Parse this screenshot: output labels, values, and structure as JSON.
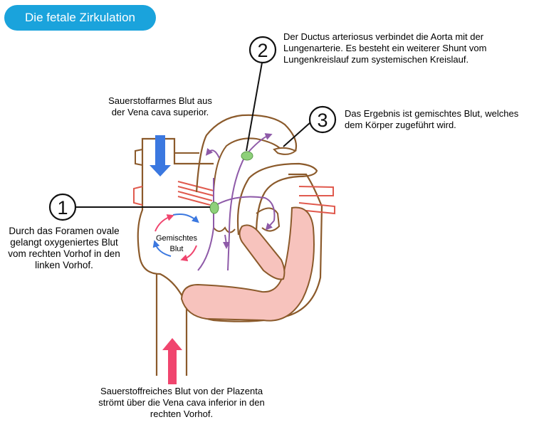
{
  "title": "Die fetale Zirkulation",
  "notes": {
    "ductus": "Der Ductus arteriosus verbindet die Aorta mit der Lungenarterie. Es besteht ein weiterer Shunt vom Lungenkreislauf zum systemischen Kreislauf.",
    "ergebnis": "Das Ergebnis ist gemischtes Blut, welches dem Körper zugeführt wird.",
    "svc": "Sauerstoffarmes Blut aus der Vena cava superior.",
    "foramen": "Durch das Foramen ovale gelangt oxygeniertes Blut vom rechten Vorhof in den linken Vorhof.",
    "ivc": "Sauerstoffreiches Blut von der Plazenta strömt über die Vena cava inferior in den rechten Vorhof.",
    "mixed_line1": "Gemischtes",
    "mixed_line2": "Blut"
  },
  "markers": {
    "m1": "1",
    "m2": "2",
    "m3": "3"
  },
  "colors": {
    "title_bg": "#1aa3dc",
    "outline": "#8b5a2b",
    "vessel_red": "#e05a4e",
    "muscle_fill": "#f7c3bd",
    "purple": "#8e5aa8",
    "blue_arrow": "#3b78e0",
    "pink_arrow": "#f0456e",
    "shunt_green": "#8ed07a"
  }
}
